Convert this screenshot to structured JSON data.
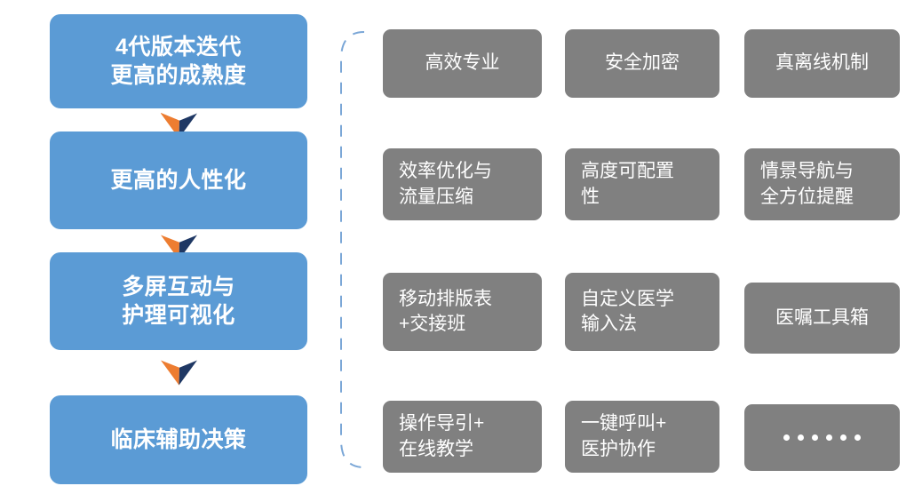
{
  "meta": {
    "background_color": "#ffffff",
    "flow_box_color": "#5B9BD5",
    "card_color": "#808080",
    "arrow_left_color": "#ED7D31",
    "arrow_right_color": "#1F3864",
    "bracket_color": "#7BA7D7",
    "text_color": "#ffffff"
  },
  "flow": {
    "steps": [
      {
        "lines": [
          "4代版本迭代",
          "更高的成熟度"
        ]
      },
      {
        "lines": [
          "更高的人性化"
        ]
      },
      {
        "lines": [
          "多屏互动与",
          "护理可视化"
        ]
      },
      {
        "lines": [
          "临床辅助决策"
        ]
      }
    ],
    "arrows": [
      {
        "name": "chevron-down-icon"
      },
      {
        "name": "chevron-down-icon"
      },
      {
        "name": "chevron-down-icon"
      }
    ]
  },
  "grid": {
    "bracket_icon": "dashed-left-brace-icon",
    "rows": [
      {
        "cards": [
          {
            "lines": [
              "高效专业"
            ],
            "align": "one-line"
          },
          {
            "lines": [
              "安全加密"
            ],
            "align": "one-line"
          },
          {
            "lines": [
              "真离线机制"
            ],
            "align": "one-line"
          }
        ]
      },
      {
        "cards": [
          {
            "lines": [
              "效率优化与",
              "流量压缩"
            ],
            "align": "multi-line"
          },
          {
            "lines": [
              "高度可配置",
              "性"
            ],
            "align": "multi-line"
          },
          {
            "lines": [
              "情景导航与",
              "全方位提醒"
            ],
            "align": "multi-line"
          }
        ]
      },
      {
        "cards": [
          {
            "lines": [
              "移动排版表",
              "+交接班"
            ],
            "align": "multi-line"
          },
          {
            "lines": [
              "自定义医学",
              "输入法"
            ],
            "align": "multi-line"
          },
          {
            "lines": [
              "医嘱工具箱"
            ],
            "align": "one-line"
          }
        ]
      },
      {
        "cards": [
          {
            "lines": [
              "操作导引+",
              "在线教学"
            ],
            "align": "multi-line"
          },
          {
            "lines": [
              "一键呼叫+",
              "医护协作"
            ],
            "align": "multi-line"
          },
          {
            "lines": [],
            "align": "one-line",
            "dots": 6
          }
        ]
      }
    ]
  }
}
